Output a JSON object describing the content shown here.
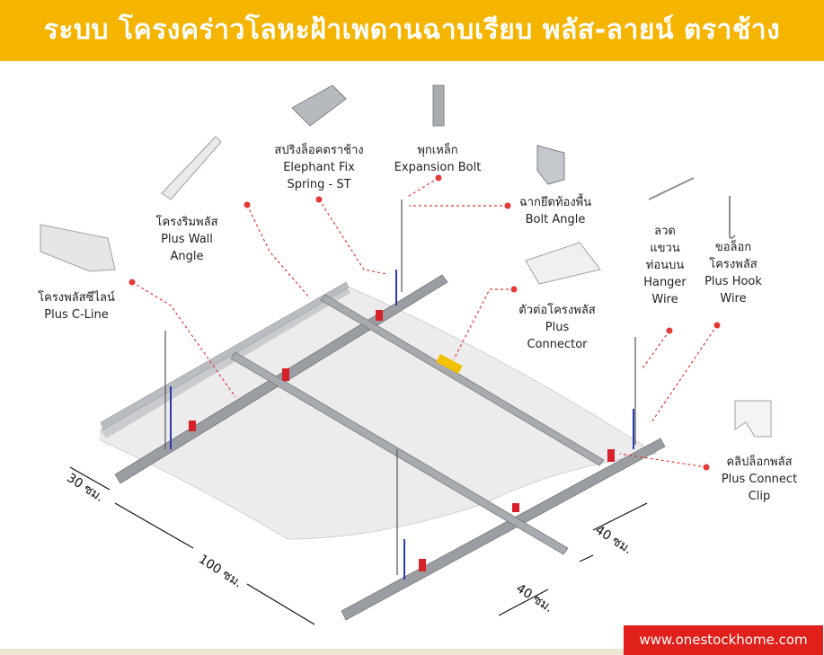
{
  "banner": {
    "title": "ระบบ โครงคร่าวโลหะฝ้าเพดานฉาบเรียบ พลัส-ลายน์ ตราช้าง",
    "color": "#f5b400"
  },
  "components": {
    "spring": {
      "th": "สปริงล็อคตราช้าง",
      "en1": "Elephant Fix",
      "en2": "Spring - ST"
    },
    "bolt": {
      "th": "พุกเหล็ก",
      "en1": "Expansion Bolt"
    },
    "angle": {
      "th": "ฉากยึดท้องพื้น",
      "en1": "Bolt Angle"
    },
    "wall": {
      "th": "โครงริมพลัส",
      "en1": "Plus Wall",
      "en2": "Angle"
    },
    "cline": {
      "th": "โครงพลัสซีไลน์",
      "en1": "Plus C-Line"
    },
    "connector": {
      "th": "ตัวต่อโครงพลัส",
      "en1": "Plus",
      "en2": "Connector"
    },
    "wire": {
      "th1": "ลวด",
      "th2": "แขวน",
      "th3": "ท่อนบน",
      "en1": "Hanger",
      "en2": "Wire"
    },
    "hook": {
      "th1": "ขอล็อก",
      "th2": "โครงพลัส",
      "en1": "Plus Hook",
      "en2": "Wire"
    },
    "clip": {
      "th": "คลิปล็อกพลัส",
      "en1": "Plus Connect",
      "en2": "Clip"
    }
  },
  "dimensions": {
    "d30": "30 ซม.",
    "d100": "100 ซม.",
    "d40a": "40 ซม.",
    "d40b": "40 ซม."
  },
  "footer": {
    "url": "www.onestockhome.com",
    "color": "#e0201b"
  },
  "colors": {
    "leader": "#e53935",
    "frame": "#8a8d92",
    "clip": "#d6202a",
    "connector": "#f2c200"
  }
}
